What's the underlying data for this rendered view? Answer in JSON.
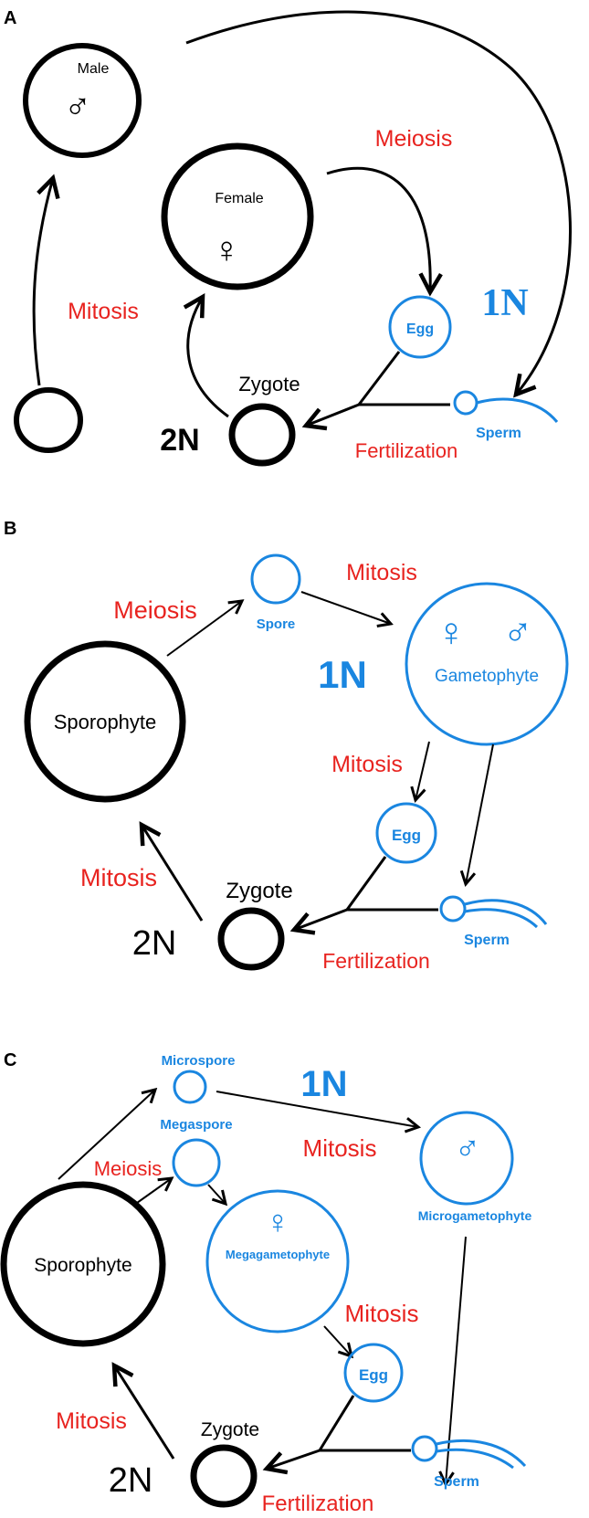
{
  "panelA": {
    "letter": "A",
    "male": "Male",
    "female": "Female",
    "meiosis": "Meiosis",
    "mitosis": "Mitosis",
    "ploidy_haploid": "1N",
    "ploidy_diploid": "2N",
    "egg": "Egg",
    "sperm": "Sperm",
    "zygote": "Zygote",
    "fertilization": "Fertilization"
  },
  "panelB": {
    "letter": "B",
    "meiosis": "Meiosis",
    "spore": "Spore",
    "mitosis_top": "Mitosis",
    "gametophyte": "Gametophyte",
    "ploidy_haploid": "1N",
    "sporophyte": "Sporophyte",
    "mitosis_mid": "Mitosis",
    "egg": "Egg",
    "sperm": "Sperm",
    "zygote": "Zygote",
    "ploidy_diploid": "2N",
    "mitosis_left": "Mitosis",
    "fertilization": "Fertilization"
  },
  "panelC": {
    "letter": "C",
    "microspore": "Microspore",
    "megaspore": "Megaspore",
    "ploidy_haploid": "1N",
    "mitosis_top": "Mitosis",
    "meiosis": "Meiosis",
    "microgametophyte": "Microgametophyte",
    "megagametophyte": "Megagametophyte",
    "sporophyte": "Sporophyte",
    "mitosis_mid": "Mitosis",
    "egg": "Egg",
    "sperm": "Sperm",
    "zygote": "Zygote",
    "ploidy_diploid": "2N",
    "mitosis_left": "Mitosis",
    "fertilization": "Fertilization"
  },
  "symbols": {
    "male": "♂",
    "female": "♀"
  },
  "colors": {
    "red": "#e8231f",
    "blue": "#1a86e0",
    "black": "#000000"
  }
}
